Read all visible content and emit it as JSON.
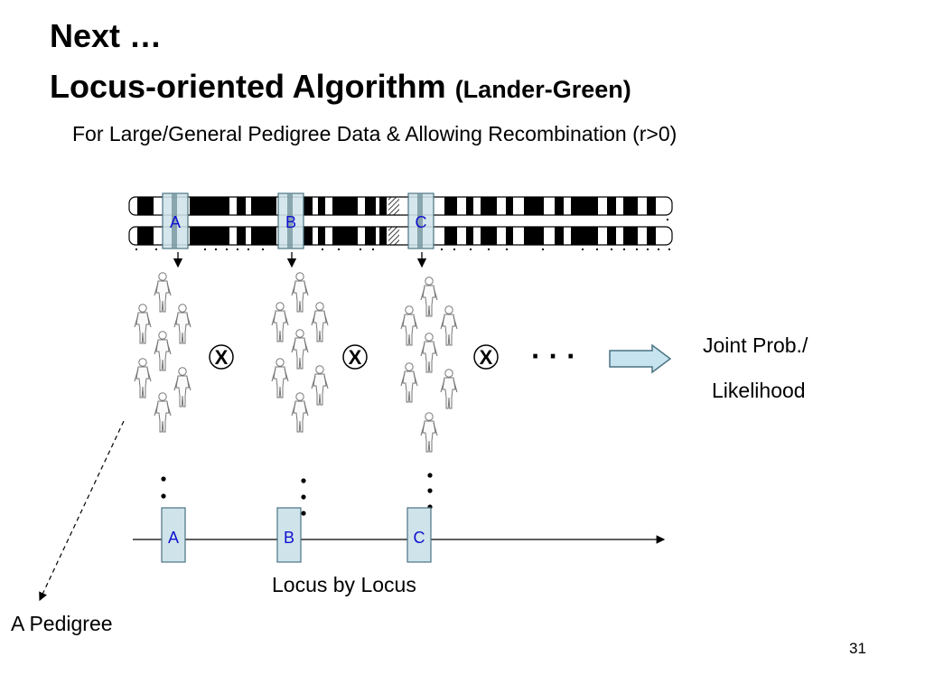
{
  "slide": {
    "title_line1": "Next …",
    "title_line2_main": "Locus-oriented Algorithm",
    "title_line2_paren": "(Lander-Green)",
    "subtitle": "For Large/General Pedigree Data & Allowing Recombination (r>0)",
    "page_number": "31"
  },
  "diagram": {
    "loci": [
      "A",
      "B",
      "C"
    ],
    "multiply_symbol": "X",
    "ellipsis": "· · ·",
    "result_line1": "Joint Prob./",
    "result_line2": "Likelihood",
    "axis_label": "Locus by Locus",
    "pedigree_label": "A Pedigree",
    "colors": {
      "locus_box_fill": "#cfe4ea",
      "locus_box_stroke": "#4a7382",
      "locus_band": "#6f8f98",
      "locus_text": "#1010d0",
      "arrow_fill": "#c6e3ef",
      "arrow_stroke": "#4a7382"
    }
  }
}
